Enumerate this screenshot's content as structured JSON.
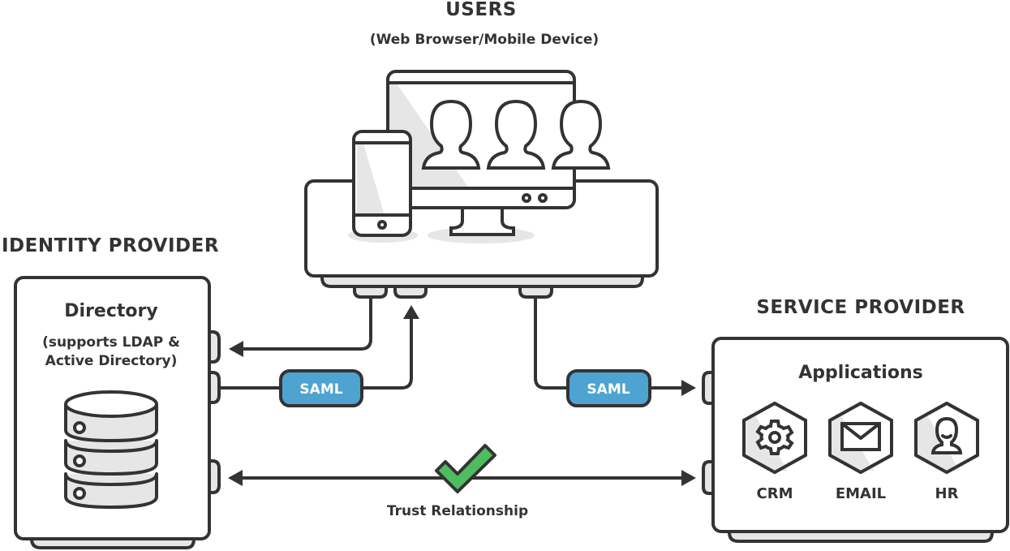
{
  "colors": {
    "outline": "#333333",
    "shade": "#e6e6e6",
    "saml_badge": "#4fa3d1",
    "check": "#4dbd5f",
    "background": "#ffffff"
  },
  "users": {
    "title": "USERS",
    "subtitle": "(Web Browser/Mobile Device)",
    "devices": [
      "mobile-phone",
      "desktop-monitor"
    ],
    "user_count": 3
  },
  "identity_provider": {
    "title": "IDENTITY PROVIDER",
    "box_title": "Directory",
    "box_subtitle_line1": "(supports LDAP &",
    "box_subtitle_line2": "Active Directory)",
    "icon": "database-icon"
  },
  "service_provider": {
    "title": "SERVICE PROVIDER",
    "box_title": "Applications",
    "apps": [
      {
        "label": "CRM",
        "icon": "gear-icon"
      },
      {
        "label": "EMAIL",
        "icon": "envelope-icon"
      },
      {
        "label": "HR",
        "icon": "person-icon"
      }
    ]
  },
  "connections": {
    "saml_left": "SAML",
    "saml_right": "SAML",
    "trust_label": "Trust Relationship"
  }
}
